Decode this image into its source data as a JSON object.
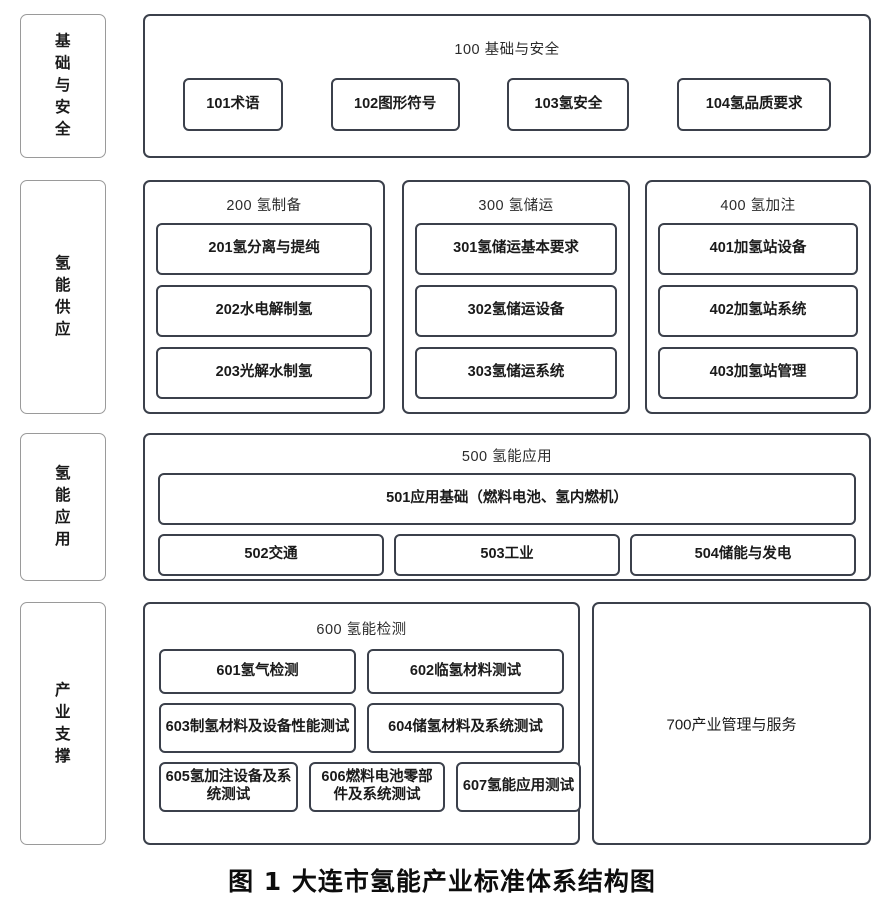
{
  "figure": {
    "caption": "图 1 大连市氢能产业标准体系结构图"
  },
  "colors": {
    "box_border": "#3b404b",
    "sidebar_border": "#9a9a9a",
    "background": "#ffffff",
    "text": "#1a1a1a"
  },
  "sidebar": {
    "items": [
      {
        "label": "基\n础\n与\n安\n全",
        "plain": "基础与安全"
      },
      {
        "label": "氢\n能\n供\n应",
        "plain": "氢能供应"
      },
      {
        "label": "氢\n能\n应\n用",
        "plain": "氢能应用"
      },
      {
        "label": "产\n业\n支\n撑",
        "plain": "产业支撑"
      }
    ]
  },
  "rows": [
    {
      "groups": [
        {
          "code": "100",
          "title": "100 基础与安全",
          "children": [
            {
              "code": "101",
              "label": "101术语"
            },
            {
              "code": "102",
              "label": "102图形符号"
            },
            {
              "code": "103",
              "label": "103氢安全"
            },
            {
              "code": "104",
              "label": "104氢品质要求"
            }
          ]
        }
      ]
    },
    {
      "groups": [
        {
          "code": "200",
          "title": "200 氢制备",
          "children": [
            {
              "code": "201",
              "label": "201氢分离与提纯"
            },
            {
              "code": "202",
              "label": "202水电解制氢"
            },
            {
              "code": "203",
              "label": "203光解水制氢"
            }
          ]
        },
        {
          "code": "300",
          "title": "300 氢储运",
          "children": [
            {
              "code": "301",
              "label": "301氢储运基本要求"
            },
            {
              "code": "302",
              "label": "302氢储运设备"
            },
            {
              "code": "303",
              "label": "303氢储运系统"
            }
          ]
        },
        {
          "code": "400",
          "title": "400 氢加注",
          "children": [
            {
              "code": "401",
              "label": "401加氢站设备"
            },
            {
              "code": "402",
              "label": "402加氢站系统"
            },
            {
              "code": "403",
              "label": "403加氢站管理"
            }
          ]
        }
      ]
    },
    {
      "groups": [
        {
          "code": "500",
          "title": "500 氢能应用",
          "children": [
            {
              "code": "501",
              "label": "501应用基础（燃料电池、氢内燃机）"
            },
            {
              "code": "502",
              "label": "502交通"
            },
            {
              "code": "503",
              "label": "503工业"
            },
            {
              "code": "504",
              "label": "504储能与发电"
            }
          ]
        }
      ]
    },
    {
      "groups": [
        {
          "code": "600",
          "title": "600 氢能检测",
          "children": [
            {
              "code": "601",
              "label": "601氢气检测"
            },
            {
              "code": "602",
              "label": "602临氢材料测试"
            },
            {
              "code": "603",
              "label": "603制氢材料及设备性能测试"
            },
            {
              "code": "604",
              "label": "604储氢材料及系统测试"
            },
            {
              "code": "605",
              "label": "605氢加注设备及系统测试"
            },
            {
              "code": "606",
              "label": "606燃料电池零部件及系统测试"
            },
            {
              "code": "607",
              "label": "607氢能应用测试"
            }
          ]
        },
        {
          "code": "700",
          "title": "700产业管理与服务",
          "children": []
        }
      ]
    }
  ]
}
